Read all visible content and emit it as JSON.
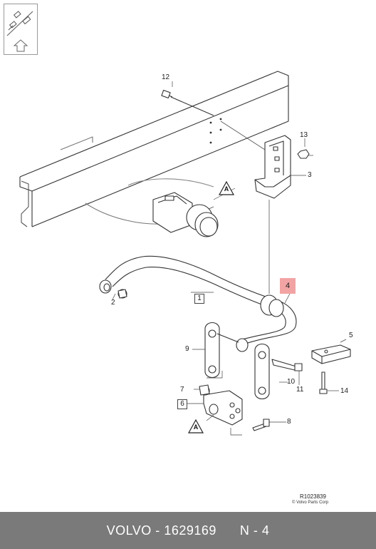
{
  "callouts": {
    "c1": "1",
    "c2": "2",
    "c3": "3",
    "c4": "4",
    "c5": "5",
    "c6": "6",
    "c7": "7",
    "c8": "8",
    "c9": "9",
    "c10": "10",
    "c11": "11",
    "c12": "12",
    "c13": "13",
    "c14": "14"
  },
  "markers": {
    "a1": "A",
    "a2": "A"
  },
  "ref_code": "R1023839",
  "copyright": "© Volvo Parts Corp",
  "footer": {
    "brand": "VOLVO",
    "separator": "-",
    "part_number": "1629169",
    "position": "N - 4"
  },
  "colors": {
    "highlight": "#f2a3a3",
    "footer_bg": "#7a7a7a",
    "line": "#333333"
  }
}
